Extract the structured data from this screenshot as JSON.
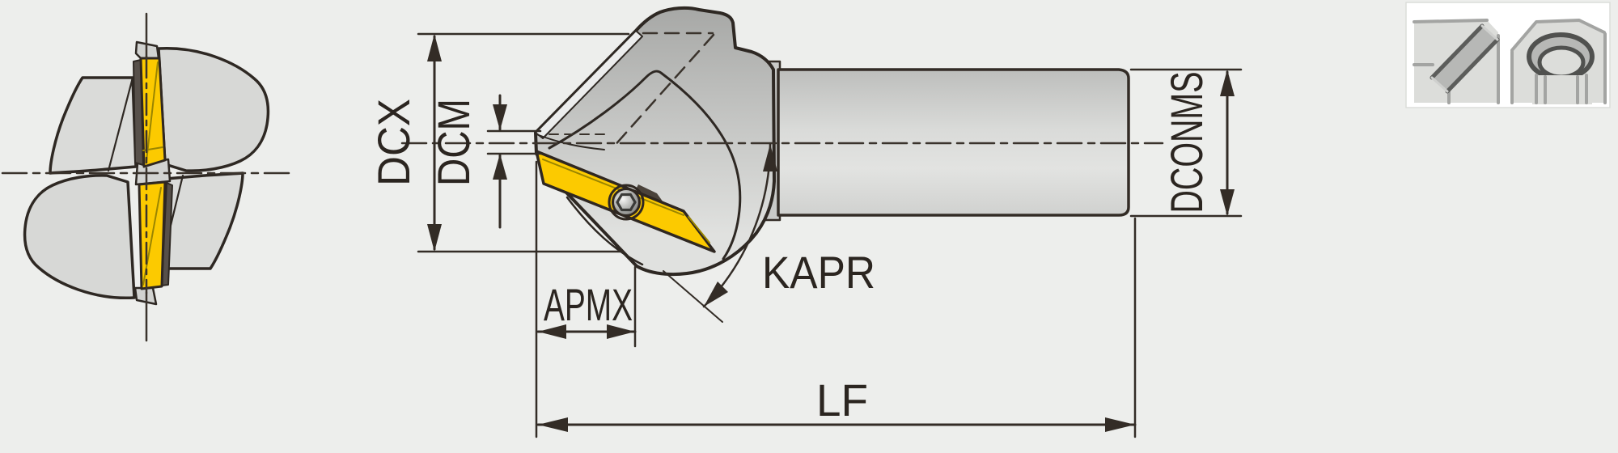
{
  "diagram": {
    "type": "cutting-tool-dimension-drawing",
    "description": "Chamfer milling cutter, front view and side view with dimension callouts",
    "labels": {
      "dcx": "DCX",
      "dcm": "DCM",
      "kapr": "KAPR",
      "apmx": "APMX",
      "lf": "LF",
      "dconms": "DCONMS"
    },
    "legend_icons": [
      {
        "name": "chamfered-edge"
      },
      {
        "name": "countersunk-hole"
      }
    ],
    "colors": {
      "background": "#edeeec",
      "line": "#332c26",
      "insert_yellow": "#fcca00",
      "body_gray_dark": "#a7a8a6",
      "body_gray_light": "#e0e1df",
      "front_body_gray": "#d7d8d6",
      "icon_box_bg": "#ffffff",
      "icon_gray_band": "#b7b8b6",
      "icon_gray_edge": "#50514f"
    }
  }
}
